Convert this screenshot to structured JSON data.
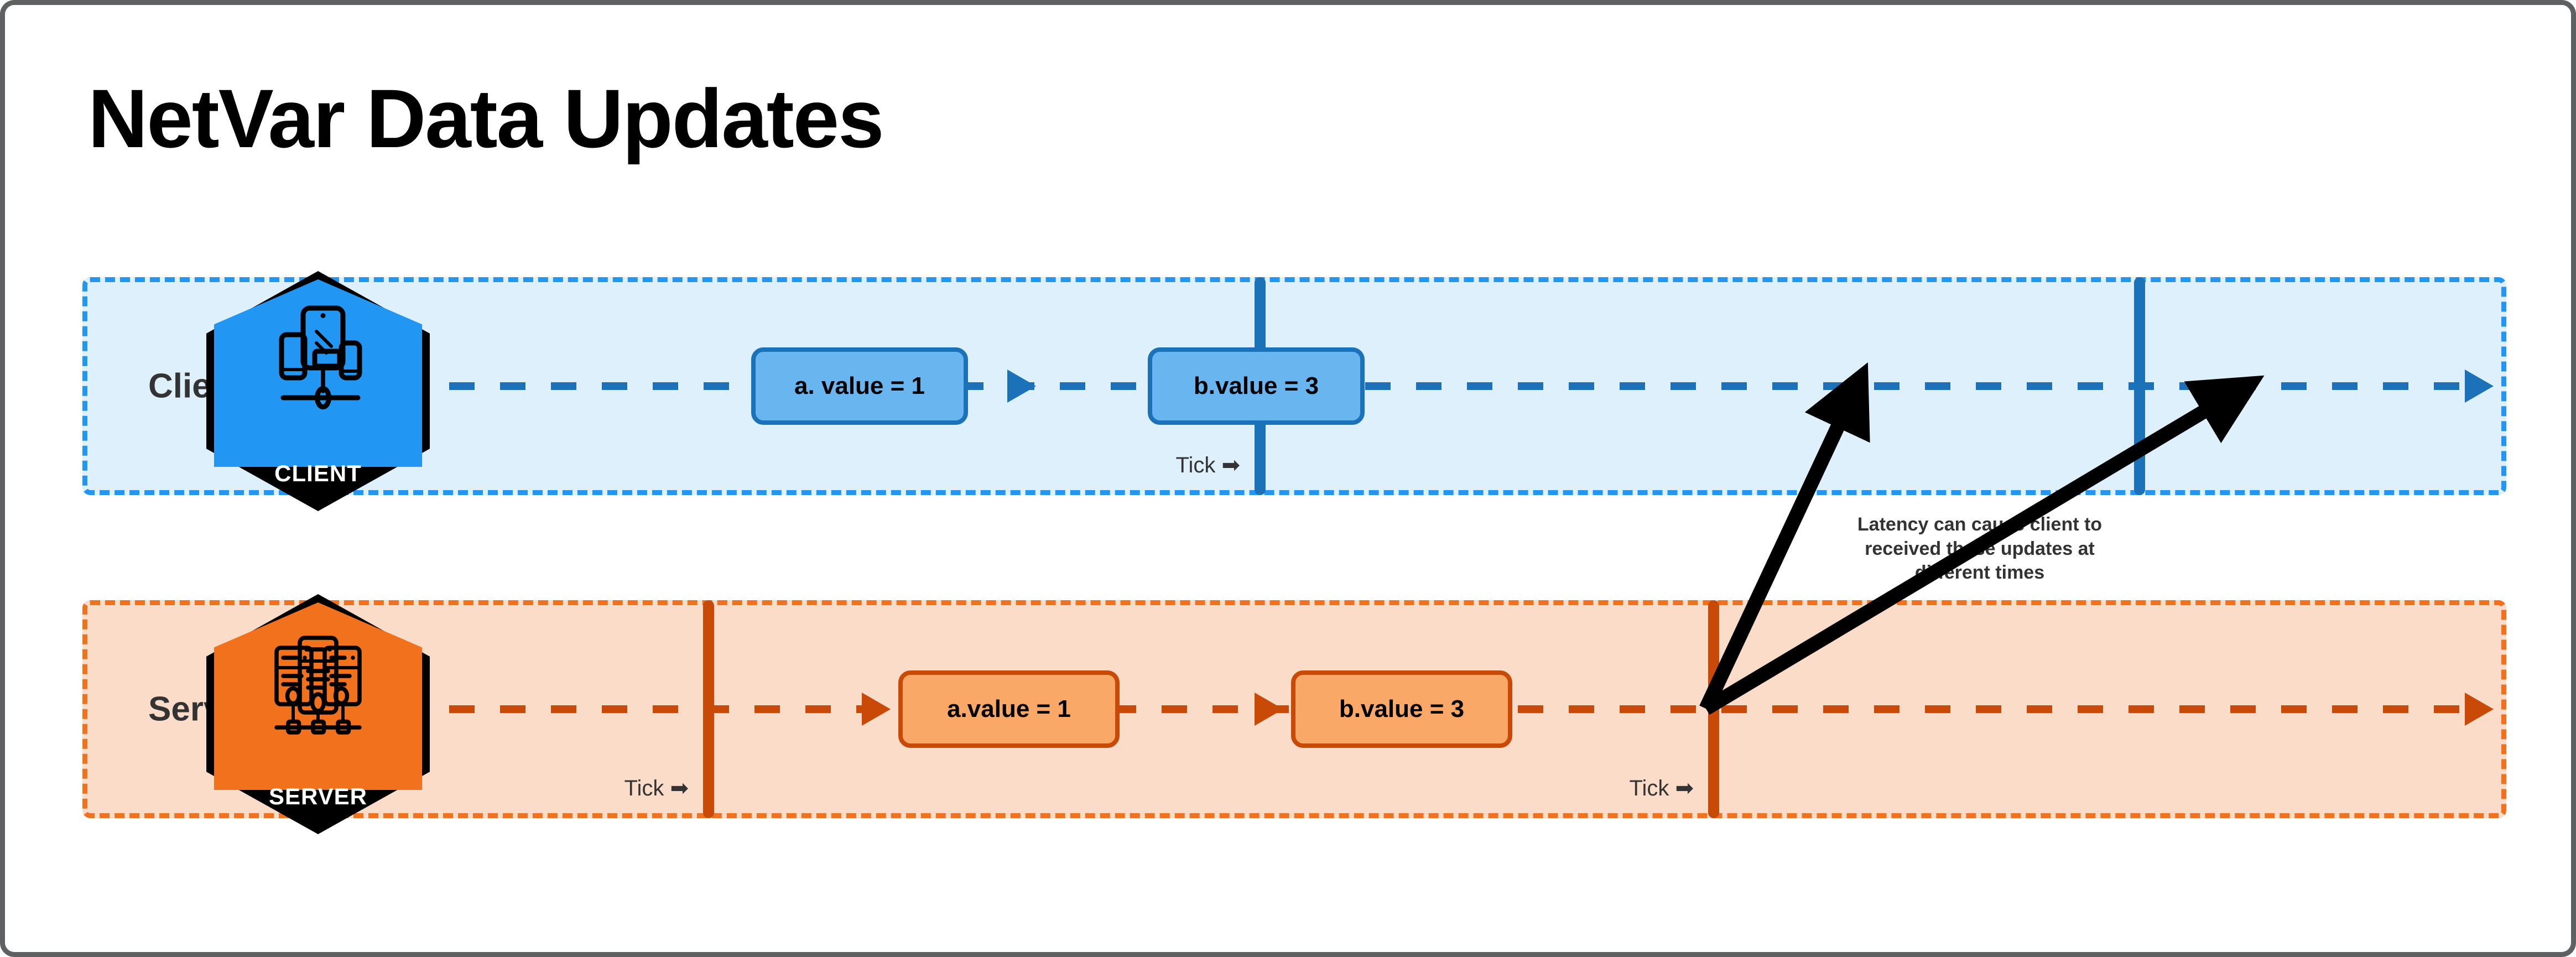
{
  "page_title": "NetVar Data Updates",
  "lanes": [
    {
      "id": "client",
      "label": "Client",
      "node": {
        "caption": "CLIENT",
        "icon": "devices-icon"
      },
      "ticks": [
        {
          "label": "Tick ➡"
        },
        {
          "label": ""
        }
      ],
      "boxes": [
        {
          "text": "a. value = 1"
        },
        {
          "text": "b.value = 3"
        }
      ]
    },
    {
      "id": "server",
      "label": "Server",
      "node": {
        "caption": "SERVER",
        "icon": "server-rack-icon"
      },
      "ticks": [
        {
          "label": "Tick ➡"
        },
        {
          "label": "Tick ➡"
        }
      ],
      "boxes": [
        {
          "text": "a.value = 1"
        },
        {
          "text": "b.value = 3"
        }
      ]
    }
  ],
  "annotation": {
    "line1": "Latency can cause client to",
    "line2": "received these updates at",
    "line3": "different times"
  },
  "colors": {
    "client_lane_fill": "#ddf0fb",
    "client_lane_border": "#2196f3",
    "client_accent": "#1b72b8",
    "client_node_fill": "#2196f3",
    "client_box_fill": "#68b5ef",
    "server_lane_fill": "#fbdcc8",
    "server_lane_border": "#f2711c",
    "server_accent": "#c84a06",
    "server_node_fill": "#f2711c",
    "server_box_fill": "#f9a868",
    "text_dark": "#333333",
    "frame_border": "#5f6062"
  }
}
